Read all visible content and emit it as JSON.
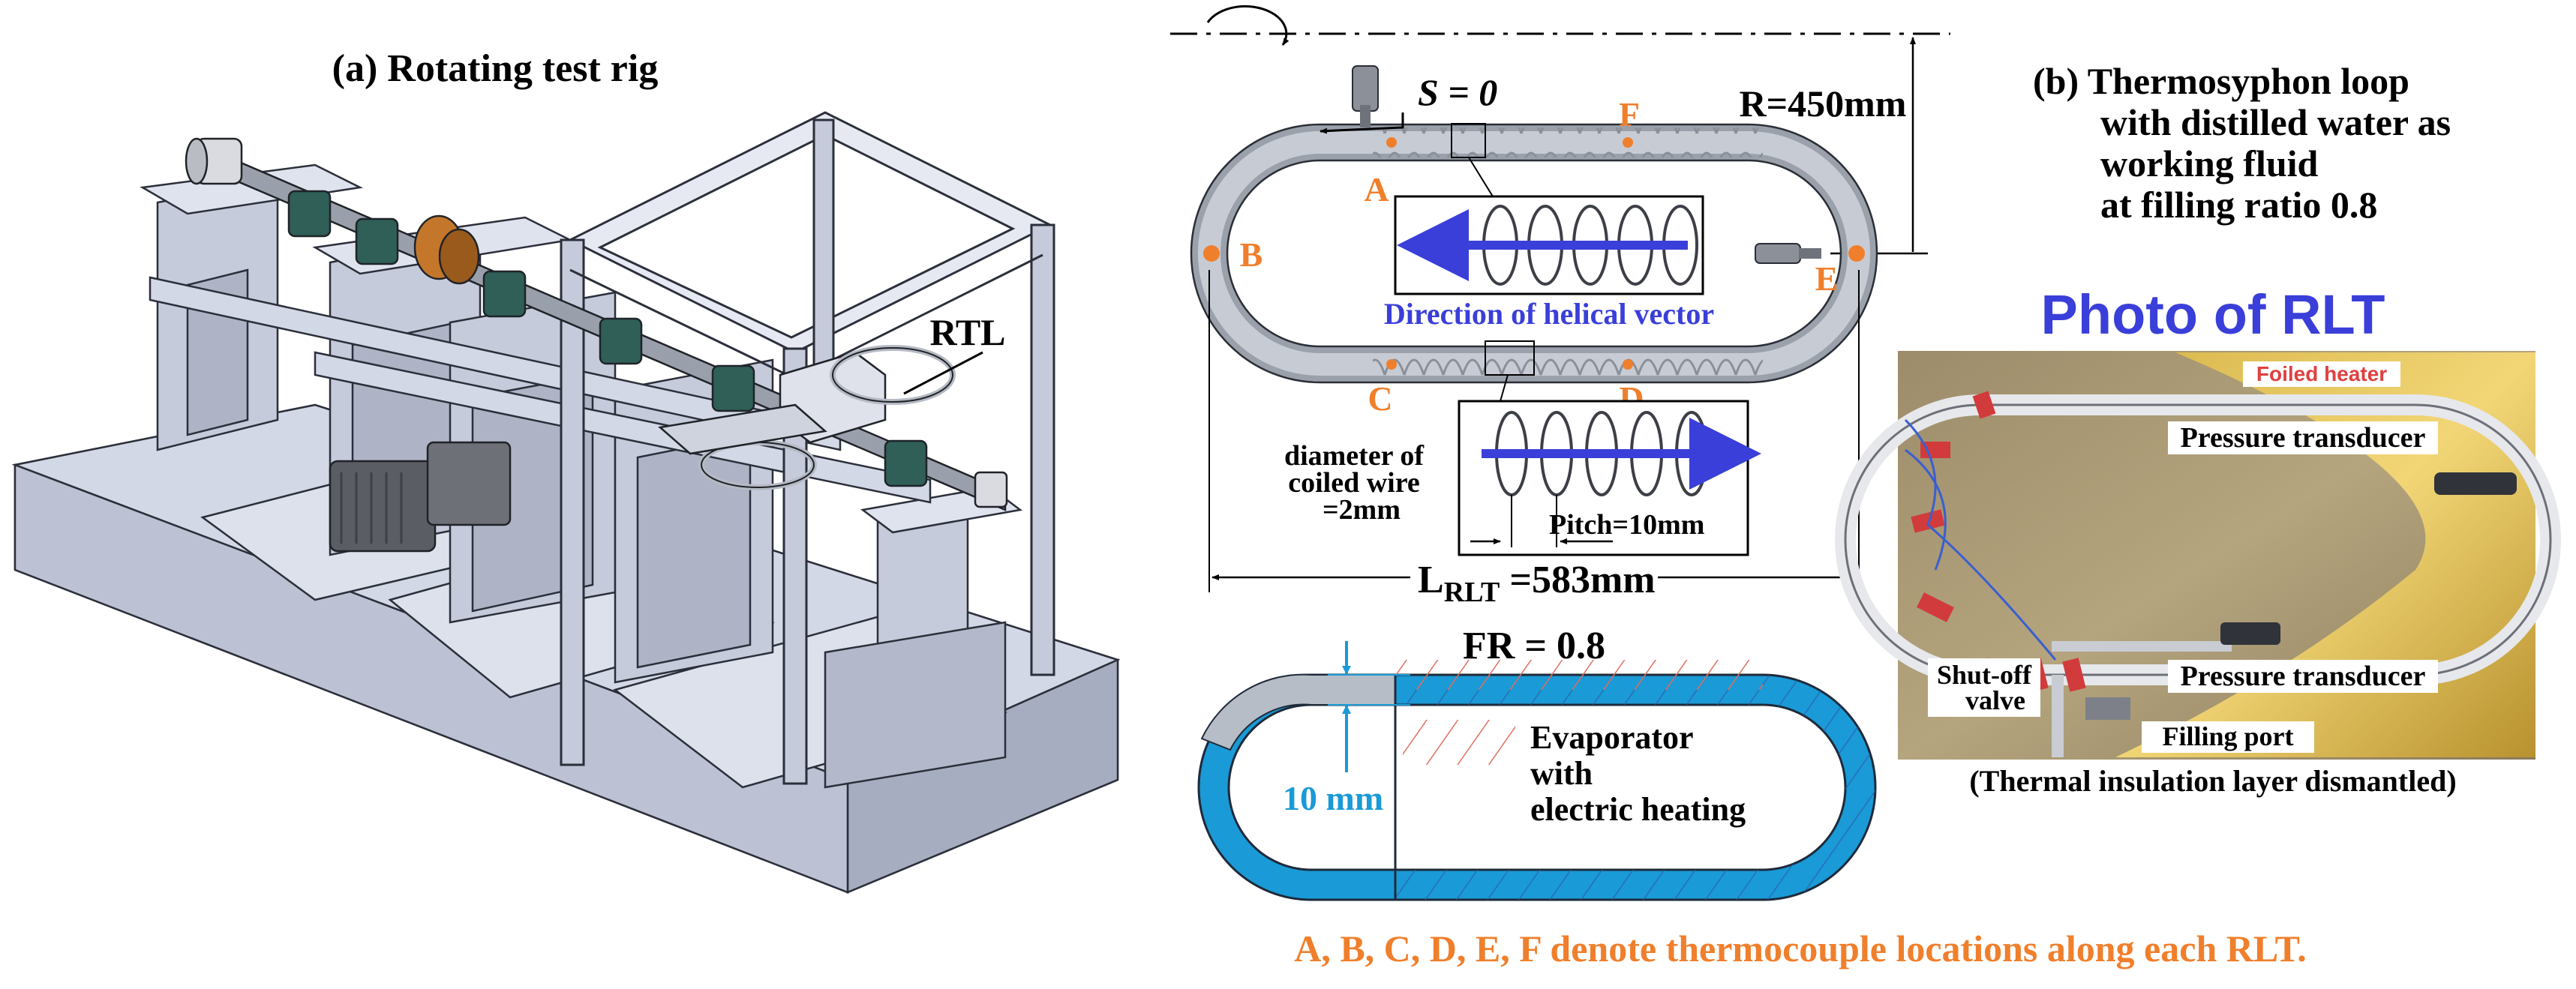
{
  "panel_a": {
    "title": "(a) Rotating test rig",
    "rtl_label": "RTL"
  },
  "loop_diagram": {
    "s_label": "S = 0",
    "radius_label": "R=450mm",
    "points": [
      "A",
      "B",
      "C",
      "D",
      "E",
      "F"
    ],
    "helical_caption": "Direction of helical vector",
    "wire_diameter_lines": [
      "diameter of",
      "coiled wire",
      "=2mm"
    ],
    "pitch_label": "Pitch=10mm",
    "length_main": "L",
    "length_sub": "RLT",
    "length_value": " =583mm"
  },
  "fill_diagram": {
    "fr_label": "FR = 0.8",
    "thickness_label": "10 mm",
    "evaporator_lines": [
      "Evaporator",
      "with",
      "electric heating"
    ]
  },
  "footnote": "A, B, C, D, E, F denote thermocouple locations along each RLT.",
  "panel_b": {
    "title_lines": [
      "(b) Thermosyphon loop",
      "with distilled water as",
      "working fluid",
      "at filling ratio 0.8"
    ],
    "photo_title": "Photo of RLT",
    "photo_labels": {
      "foiled_heater": "Foiled heater",
      "pressure_transducer_1": "Pressure transducer",
      "pressure_transducer_2": "Pressure transducer",
      "shutoff_1": "Shut-off",
      "shutoff_2": "valve",
      "filling_port": "Filling port"
    },
    "photo_caption": "(Thermal insulation layer dismantled)"
  },
  "colors": {
    "orange": "#f07f2c",
    "blue_arrow": "#3a3fd9",
    "water": "#1a9ad6",
    "tube": "#b7bdc6",
    "steel": "#c6cbdc"
  }
}
